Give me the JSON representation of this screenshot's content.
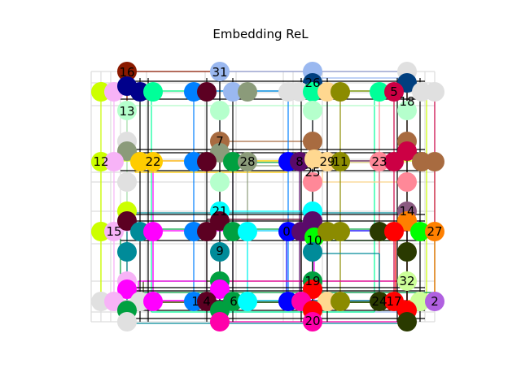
{
  "title": "Embedding ReL",
  "labels": [
    "16",
    "31",
    "26",
    "5",
    "18",
    "13",
    "7",
    "12",
    "22",
    "28",
    "8",
    "29",
    "25",
    "11",
    "23",
    "21",
    "14",
    "15",
    "27",
    "0",
    "9",
    "10",
    "19",
    "32",
    "1",
    "4",
    "6",
    "24",
    "17",
    "2",
    "20"
  ],
  "palette": {
    "grid_black": "#000000",
    "faint_grey": "#dddddd",
    "dark_red": "#8b1a00",
    "navy": "#00008b",
    "dark_blue": "#003f7f",
    "light_blue": "#9ab8f0",
    "mint": "#00ff99",
    "light_mint": "#b5ffcc",
    "yellow_green": "#ccff00",
    "pink": "#f7b3f7",
    "sage": "#8b9b7a",
    "gold": "#ffcc00",
    "magenta": "#ff00ff",
    "azure": "#0080ff",
    "maroon": "#5c0022",
    "brown": "#a86b40",
    "green": "#00a040",
    "blue": "#0000ff",
    "purple": "#5a0a6a",
    "peach": "#ffd890",
    "olive": "#8b8b00",
    "salmon": "#ff8898",
    "crimson": "#cc0044",
    "cyan": "#00ffff",
    "mauve": "#8a5a80",
    "red": "#ff0000",
    "lime": "#00ff00",
    "orange": "#ff8000",
    "dark_olive": "#2a3a00",
    "teal": "#008b99",
    "hot_pink": "#ff00aa",
    "light_green": "#ccff99",
    "violet": "#b060e0",
    "light_grey": "#e0e0e0"
  }
}
